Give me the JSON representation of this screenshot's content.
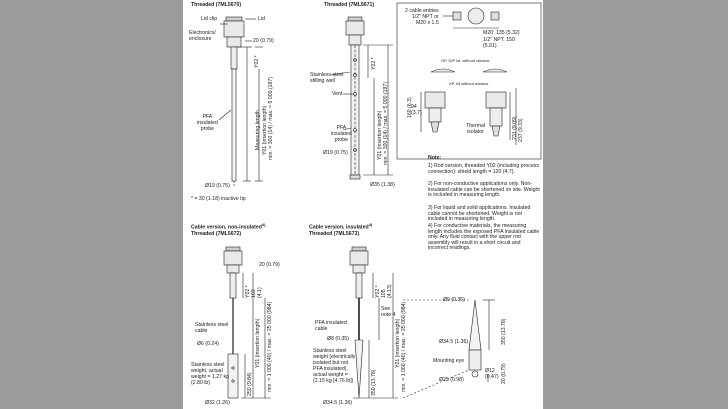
{
  "sections": {
    "a": {
      "title": "Threaded (7ML5670)"
    },
    "b": {
      "title": "Threaded (7ML5671)"
    },
    "c": {
      "title_line1": "Cable version, non-insulated",
      "title_sup": "4)",
      "title_line2": "Threaded (7ML5672)"
    },
    "d": {
      "title_line1": "Cable version, insulated",
      "title_sup": "4)",
      "title_line2": "Threaded (7ML5673)"
    }
  },
  "labels": {
    "lid_clip": "Lid clip",
    "lid": "Lid",
    "enclosure": "Electronics/\nenclosure",
    "dim_20": "20 (0.79)",
    "y02": "Y02 *",
    "pfa_probe": "PFA\ninsulated\nprobe",
    "meas_length": "Measuring length",
    "y01_a": "Y01 (insertion length)",
    "y01_b": "min. = 300 (14) / max. = 5 000 (197)",
    "d19": "Ø19 (0.75)",
    "inactive": "* = 30 (1.18) inactive tip",
    "stilling_well": "Stainless steel\nstilling well",
    "vent": "Vent",
    "pfa_probe2": "PFA\ninsulated\nprobe",
    "y02_b": "Y02 *",
    "y01_c": "Y01 (insertion length)",
    "y01_d": "min. = 300 (14) / max. = 5 000 (197)",
    "d19_b": "Ø19 (0.75)",
    "d35": "Ø35 (1.38)",
    "cable_entries": "2 cable entries\n1/2\" NPT or\nM20 x 1.5",
    "m20": "M20: 135 (5.32)",
    "npt": "1/2\" NPT: 150\n(5.91)",
    "gp_dip": "GP, DIP lid, without window",
    "xp_lid": "XP, lid without window",
    "d160": "160 (6.3)",
    "d94": "94\n(3.7)",
    "thermal": "Thermal\nisolator",
    "d231": "231 (9.09)",
    "d237": "237 (9.33)",
    "y02_c": "Y02 *\n103\n(4.1)",
    "steel_cable": "Stainless steel\ncable",
    "d6": "Ø6 (0.24)",
    "weight": "Stainless steel\nweight, actual\nweight = 1.27 kg\n(2.80 lb)",
    "d250": "250 (9.84)",
    "y01_e": "Y01 (insertion length)",
    "y01_f": "min. = 1 000 (40) / max. = 25 000 (984)",
    "d32": "Ø32 (1.26)",
    "y02_d": "Y02 *\n105\n(4.13)",
    "see_note": "See\nnote 4",
    "pfa_cable": "PFA insulated\ncable",
    "d8": "Ø8 (0.35)",
    "weight2": "Stainless steel\nweight (electrically\nisolated but not\nPFA insulated),\nactual weight =\n(2.15 kg [4.76 lb])",
    "d350": "350 (13.78)",
    "y01_g": "Y01 (insertion length)",
    "y01_h": "min. = 1 000 (40) / max. = 25 000 (984)",
    "d345": "Ø34.5 (1.36)",
    "d9": "Ø9 (0.35)",
    "d345b": "Ø34.5 (1.36)",
    "d350b": "350 (13.78)",
    "eye": "Mounting eye",
    "d12": "Ø12\n(0.47)",
    "d25": "Ø25 (0.98)",
    "d20b": "20 (0.79)"
  },
  "notes": {
    "heading": "Note:",
    "items": [
      "1) Rod version, threaded Y02 (including process connection): shield length = 120 (4.7).",
      "2) For non-conductive applications only. Non-insulated cable can be shortened on site. Weight is included in measuring length.",
      "3) For liquid and solid applications. Insulated cable cannot be shortened. Weight is not included in measuring length.",
      "4) For conductive materials, the measuring length includes the exposed PFA insulated cable only. Any fluid contact with the upper rod assembly will result in a short circuit and incorrect readings."
    ]
  }
}
